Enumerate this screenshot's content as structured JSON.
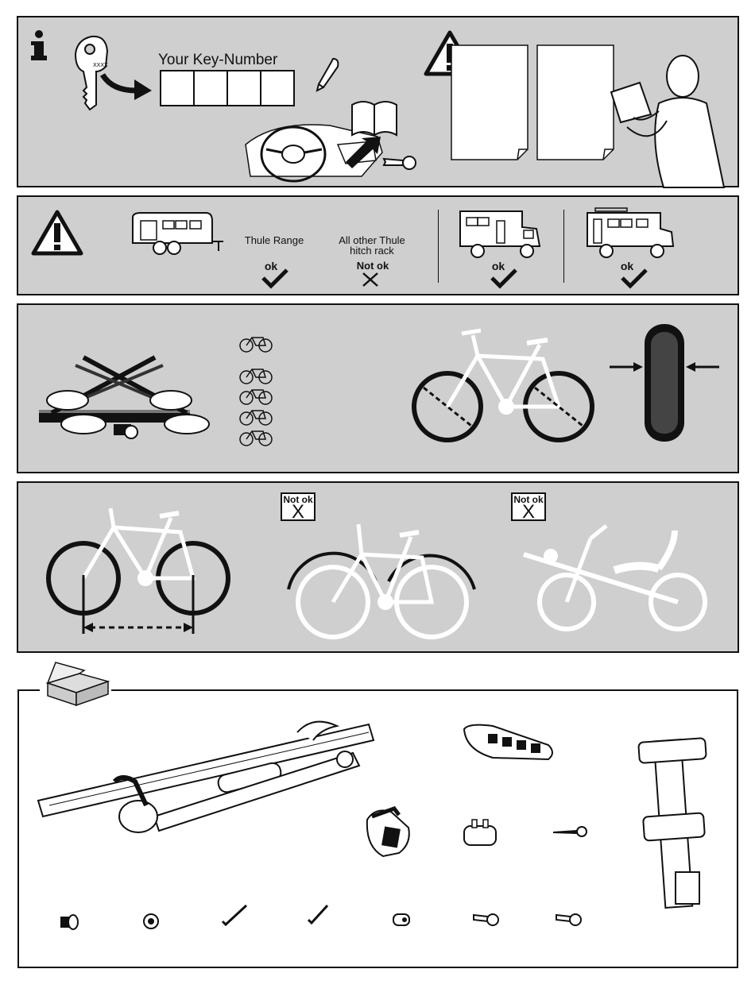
{
  "panel1": {
    "info_icon": "info-icon",
    "key_caption": "XXXX",
    "key_number_label": "Your Key-Number",
    "key_number_boxes": [
      "",
      "",
      "",
      ""
    ]
  },
  "panel2": {
    "thule_range_label": "Thule Range",
    "thule_range_status": "ok",
    "other_racks_label_line1": "All other Thule",
    "other_racks_label_line2": "hitch rack",
    "other_racks_status": "Not ok",
    "camper_status": "ok",
    "motorhome_status": "ok"
  },
  "panel4": {
    "fender_status": "Not ok",
    "recumbent_status": "Not ok",
    "cross_mark": "X"
  },
  "colors": {
    "panel_bg": "#cfcfcf",
    "ink": "#111111",
    "paper": "#ffffff"
  }
}
